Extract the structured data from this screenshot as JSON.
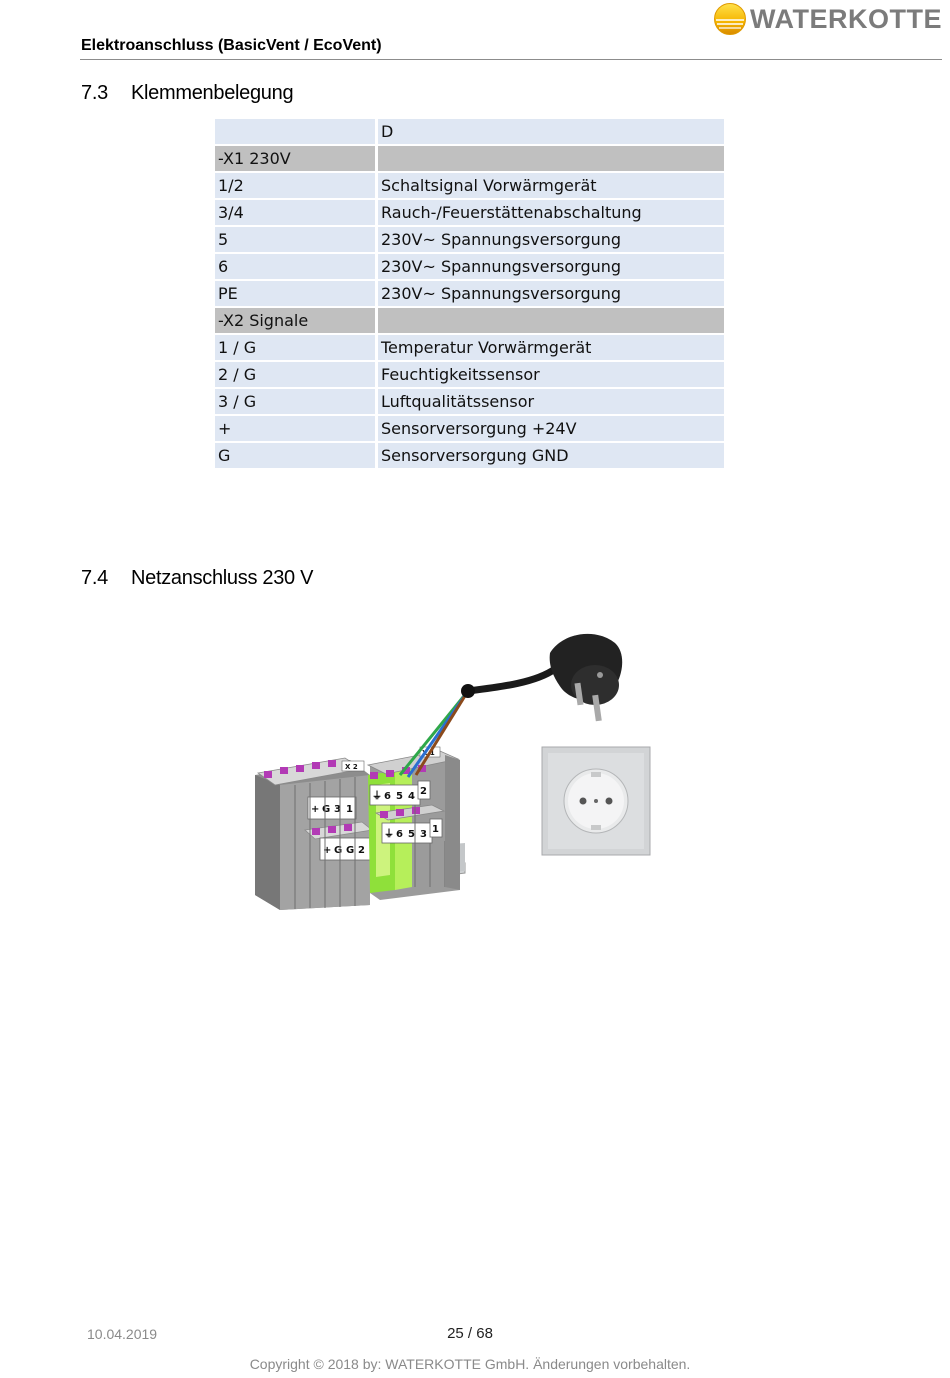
{
  "header": {
    "title": "Elektroanschluss (BasicVent / EcoVent)",
    "logo_text": "WATERKOTTE"
  },
  "section_73": {
    "number": "7.3",
    "title": "Klemmenbelegung"
  },
  "terminal_table": {
    "rows": [
      {
        "type": "head",
        "terminal": "",
        "desc": "D"
      },
      {
        "type": "group",
        "terminal": "-X1 230V",
        "desc": ""
      },
      {
        "type": "row",
        "terminal": "1/2",
        "desc": "Schaltsignal Vorwärmgerät"
      },
      {
        "type": "row",
        "terminal": "3/4",
        "desc": "Rauch-/Feuerstättenabschaltung"
      },
      {
        "type": "row",
        "terminal": "5",
        "desc": "230V~ Spannungsversorgung"
      },
      {
        "type": "row",
        "terminal": "6",
        "desc": "230V~ Spannungsversorgung"
      },
      {
        "type": "row",
        "terminal": "PE",
        "desc": "230V~ Spannungsversorgung"
      },
      {
        "type": "group",
        "terminal": "-X2 Signale",
        "desc": ""
      },
      {
        "type": "row",
        "terminal": "1 / G",
        "desc": "Temperatur Vorwärmgerät"
      },
      {
        "type": "row",
        "terminal": "2 / G",
        "desc": "Feuchtigkeitssensor"
      },
      {
        "type": "row",
        "terminal": "3 / G",
        "desc": "Luftqualitätssensor"
      },
      {
        "type": "row",
        "terminal": "+",
        "desc": "Sensorversorgung +24V"
      },
      {
        "type": "row",
        "terminal": "G",
        "desc": "Sensorversorgung GND"
      }
    ]
  },
  "section_74": {
    "number": "7.4",
    "title": "Netzanschluss 230 V"
  },
  "figure": {
    "upper_block_labels": [
      "+",
      "G",
      "3",
      "1"
    ],
    "lower_block_labels": [
      "+",
      "G",
      "G",
      "2"
    ],
    "x1_upper_labels": [
      "⏚",
      "6",
      "5",
      "4"
    ],
    "x1_lower_labels": [
      "⏚",
      "6",
      "5",
      "3"
    ],
    "x1_end_upper": "2",
    "x1_end_lower": "1",
    "x1_tag": "X 1",
    "x2_tag": "X 2",
    "colors": {
      "terminal_grey": "#a9a9a9",
      "pe_green": "#8fe03a",
      "contact_purple": "#b23ab5",
      "wire_blue": "#2a6fd0",
      "wire_brown": "#8b4a1c",
      "wire_green": "#2fa84a",
      "cable_black": "#1a1a1a",
      "socket_grey": "#d2d4d6"
    },
    "icons": [
      "schuko-plug-icon",
      "schuko-socket-icon",
      "terminal-block-icon"
    ]
  },
  "footer": {
    "date": "10.04.2019",
    "page": "25 / 68",
    "copyright": "Copyright © 2018 by: WATERKOTTE GmbH. Änderungen vorbehalten."
  }
}
